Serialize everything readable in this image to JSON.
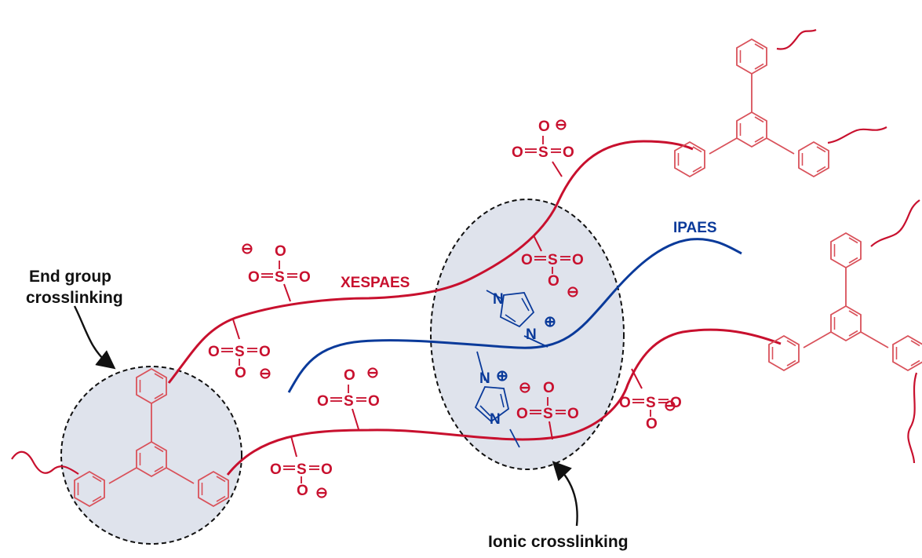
{
  "colors": {
    "red": "#c8102e",
    "blue": "#0a3a9a",
    "bubble": "#dfe3ec",
    "dark": "#111111"
  },
  "labels": {
    "end_group": [
      "End group",
      "crosslinking"
    ],
    "ionic": "Ionic  crosslinking",
    "xespaes": "XESPAES",
    "ipaes": "IPAES"
  },
  "atoms": {
    "O": "O",
    "S": "S",
    "N": "N",
    "minus_symbol": "⊖",
    "plus_symbol": "⊕"
  }
}
